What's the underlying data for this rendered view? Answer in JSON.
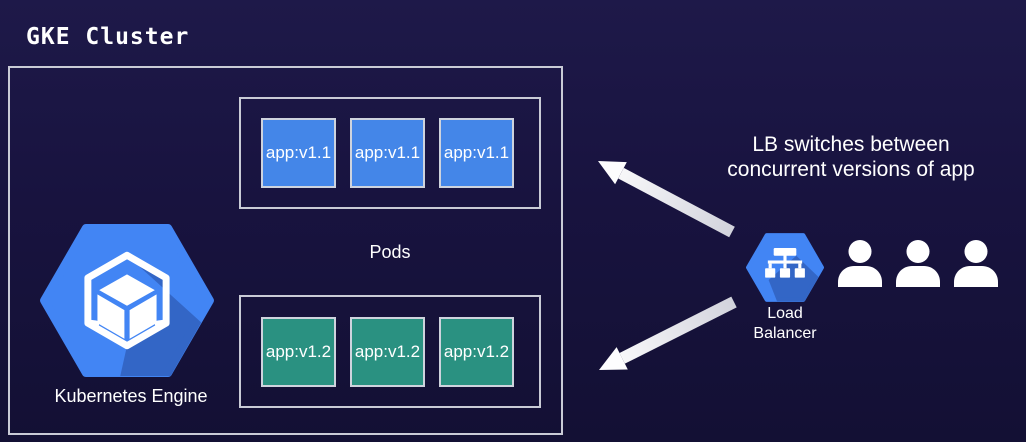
{
  "title": "GKE Cluster",
  "cluster": {
    "engine_label": "Kubernetes Engine",
    "pods_label": "Pods",
    "pods_v1": [
      "app:v1.1",
      "app:v1.1",
      "app:v1.1"
    ],
    "pods_v2": [
      "app:v1.2",
      "app:v1.2",
      "app:v1.2"
    ]
  },
  "annotation": {
    "line1": "LB switches between",
    "line2": "concurrent versions of app"
  },
  "load_balancer": {
    "label_line1": "Load",
    "label_line2": "Balancer"
  },
  "users": {
    "count": 3
  },
  "colors": {
    "background": "#18133f",
    "app_v1_fill": "#4486e8",
    "app_v2_fill": "#2a9181",
    "hexagon_blue": "#4285f4",
    "box_border": "#c9cbd6",
    "text": "#ffffff"
  }
}
